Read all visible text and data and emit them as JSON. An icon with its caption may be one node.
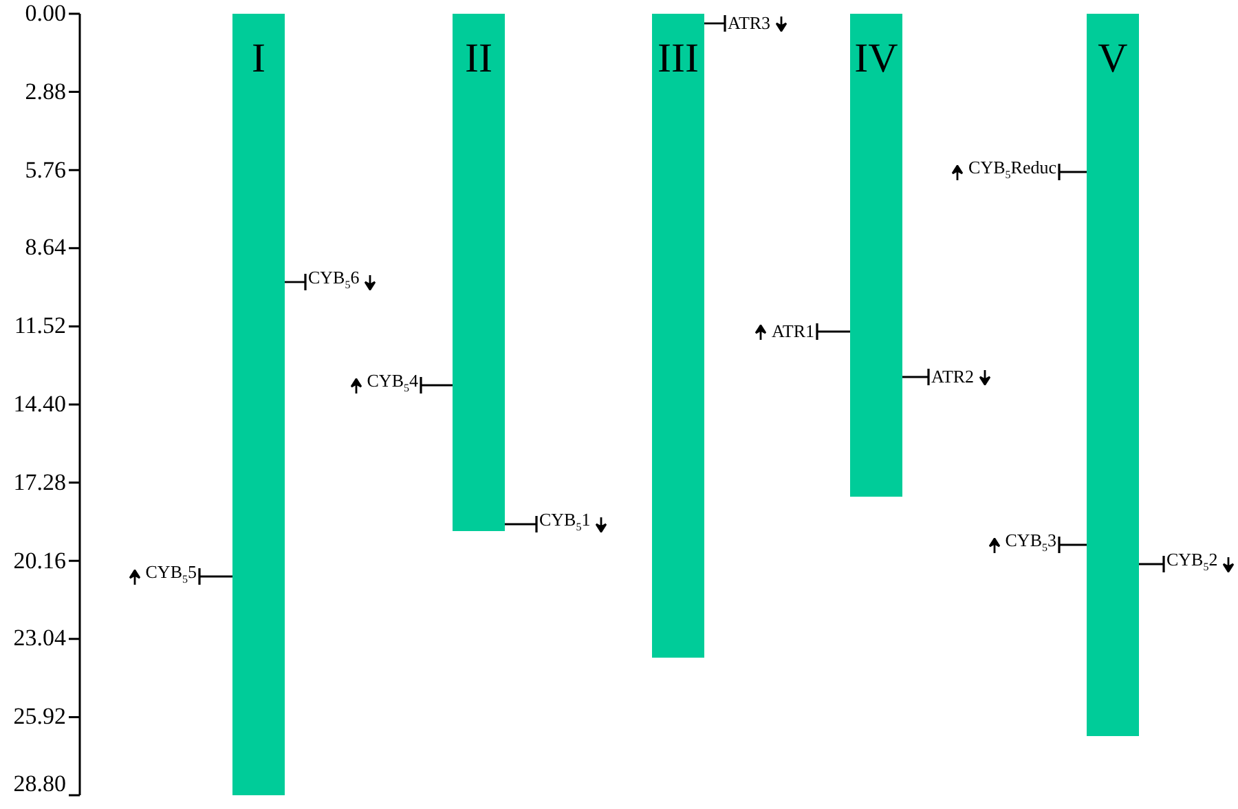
{
  "diagram": {
    "nodes": [
      {
        "text": [
          "I"
        ]
      },
      {
        "text": [
          "II"
        ]
      },
      {
        "text": [
          "III"
        ]
      },
      {
        "text": [
          "IV"
        ]
      },
      {
        "text": [
          "V"
        ]
      },
      {
        "text": [
          "ATR3"
        ]
      },
      {
        "text": [
          "CYB$_{5}$Reduc"
        ]
      },
      {
        "text": [
          "CYB$_{5}$6"
        ]
      },
      {
        "text": [
          "ATR1"
        ]
      },
      {
        "text": [
          "ATR2"
        ]
      },
      {
        "text": [
          "CYB$_{5}$4"
        ]
      },
      {
        "text": [
          "CYB$_{5}$1"
        ]
      },
      {
        "text": [
          "CYB$_{5}$3"
        ]
      },
      {
        "text": [
          "CYB$_{5}$2"
        ]
      },
      {
        "text": [
          "CYB$_{5}$5"
        ]
      }
    ],
    "edges": [
      {
        "from": 5,
        "to": 2,
        "arrow": "other"
      },
      {
        "from": 6,
        "to": 4,
        "arrow": "other"
      },
      {
        "from": 7,
        "to": 0,
        "arrow": "other"
      },
      {
        "from": 8,
        "to": 3,
        "arrow": "other"
      },
      {
        "from": 9,
        "to": 3,
        "arrow": "other"
      },
      {
        "from": 10,
        "to": 1,
        "arrow": "other"
      },
      {
        "from": 11,
        "to": 1,
        "arrow": "other"
      },
      {
        "from": 12,
        "to": 4,
        "arrow": "other"
      },
      {
        "from": 13,
        "to": 4,
        "arrow": "other"
      },
      {
        "from": 14,
        "to": 0,
        "arrow": "other"
      }
    ],
    "labels": [
      "0.00",
      "2.88",
      "5.76",
      "8.64",
      "11.52",
      "14.40",
      "17.28",
      "20.16",
      "23.04",
      "25.92",
      "28.80"
    ]
  }
}
